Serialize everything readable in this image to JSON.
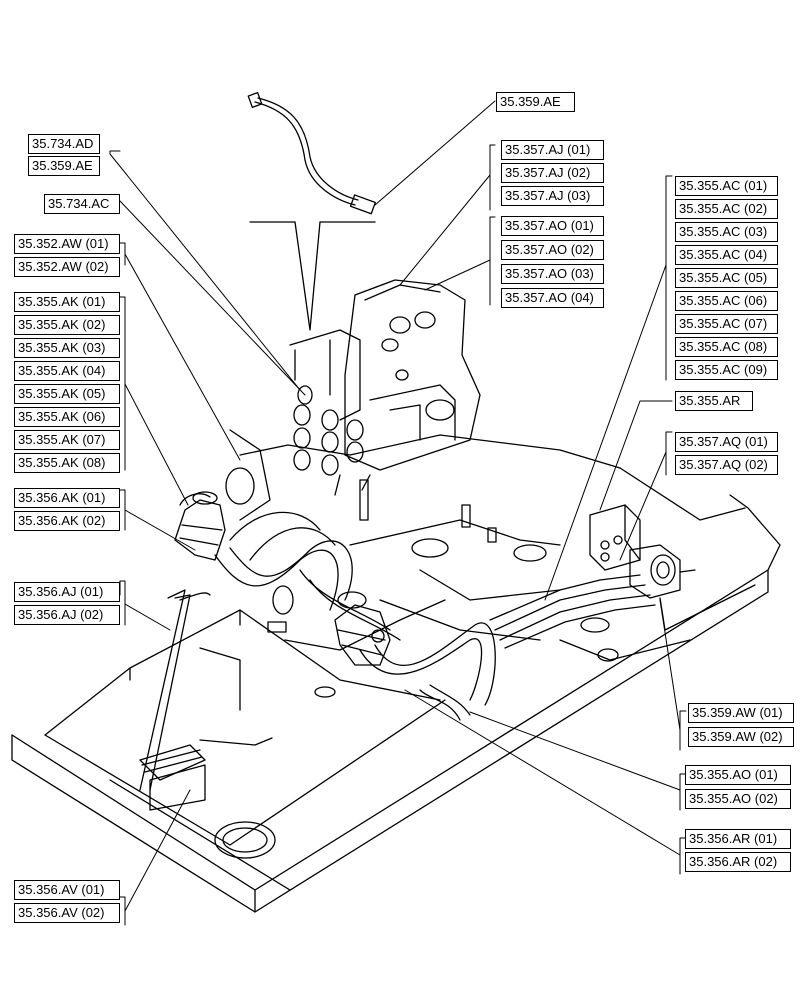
{
  "callouts": [
    {
      "id": "l01",
      "text": "35.359.AE"
    },
    {
      "id": "l02",
      "text": "35.734.AD"
    },
    {
      "id": "l03",
      "text": "35.359.AE"
    },
    {
      "id": "l04",
      "text": "35.734.AC"
    },
    {
      "id": "l05",
      "text": "35.352.AW (01)"
    },
    {
      "id": "l06",
      "text": "35.352.AW (02)"
    },
    {
      "id": "l07",
      "text": "35.355.AK (01)"
    },
    {
      "id": "l08",
      "text": "35.355.AK (02)"
    },
    {
      "id": "l09",
      "text": "35.355.AK (03)"
    },
    {
      "id": "l10",
      "text": "35.355.AK (04)"
    },
    {
      "id": "l11",
      "text": "35.355.AK (05)"
    },
    {
      "id": "l12",
      "text": "35.355.AK (06)"
    },
    {
      "id": "l13",
      "text": "35.355.AK (07)"
    },
    {
      "id": "l14",
      "text": "35.355.AK (08)"
    },
    {
      "id": "l15",
      "text": "35.356.AK (01)"
    },
    {
      "id": "l16",
      "text": "35.356.AK (02)"
    },
    {
      "id": "l17",
      "text": "35.356.AJ (01)"
    },
    {
      "id": "l18",
      "text": "35.356.AJ (02)"
    },
    {
      "id": "l19",
      "text": "35.356.AV (01)"
    },
    {
      "id": "l20",
      "text": "35.356.AV (02)"
    },
    {
      "id": "l21",
      "text": "35.357.AJ (01)"
    },
    {
      "id": "l22",
      "text": "35.357.AJ (02)"
    },
    {
      "id": "l23",
      "text": "35.357.AJ (03)"
    },
    {
      "id": "l24",
      "text": "35.357.AO (01)"
    },
    {
      "id": "l25",
      "text": "35.357.AO (02)"
    },
    {
      "id": "l26",
      "text": "35.357.AO (03)"
    },
    {
      "id": "l27",
      "text": "35.357.AO (04)"
    },
    {
      "id": "l28",
      "text": "35.355.AC (01)"
    },
    {
      "id": "l29",
      "text": "35.355.AC (02)"
    },
    {
      "id": "l30",
      "text": "35.355.AC (03)"
    },
    {
      "id": "l31",
      "text": "35.355.AC (04)"
    },
    {
      "id": "l32",
      "text": "35.355.AC (05)"
    },
    {
      "id": "l33",
      "text": "35.355.AC (06)"
    },
    {
      "id": "l34",
      "text": "35.355.AC (07)"
    },
    {
      "id": "l35",
      "text": "35.355.AC (08)"
    },
    {
      "id": "l36",
      "text": "35.355.AC (09)"
    },
    {
      "id": "l37",
      "text": "35.355.AR"
    },
    {
      "id": "l38",
      "text": "35.357.AQ (01)"
    },
    {
      "id": "l39",
      "text": "35.357.AQ (02)"
    },
    {
      "id": "l40",
      "text": "35.359.AW (01)"
    },
    {
      "id": "l41",
      "text": "35.359.AW (02)"
    },
    {
      "id": "l42",
      "text": "35.355.AO (01)"
    },
    {
      "id": "l43",
      "text": "35.355.AO (02)"
    },
    {
      "id": "l44",
      "text": "35.356.AR (01)"
    },
    {
      "id": "l45",
      "text": "35.356.AR (02)"
    }
  ],
  "colors": {
    "line": "#000000",
    "background": "#ffffff"
  }
}
